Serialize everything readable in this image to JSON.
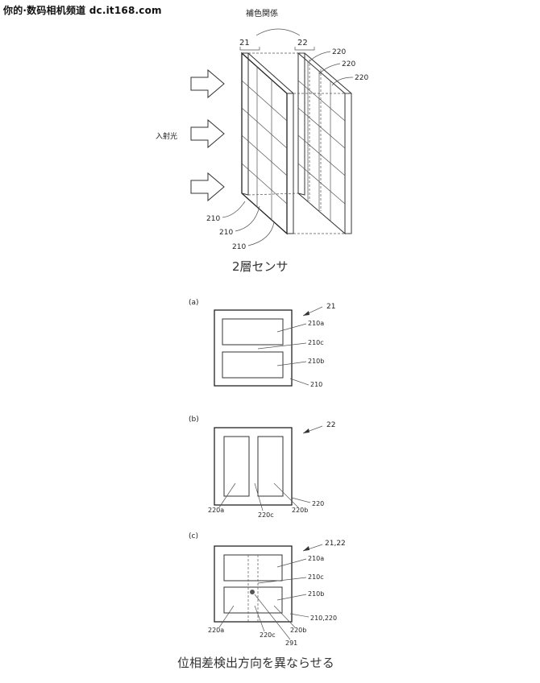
{
  "watermark": "你的·数码相机频道 dc.it168.com",
  "top_figure": {
    "complementary_label": "補色関係",
    "layer_21": "21",
    "layer_22": "22",
    "label_220_a": "220",
    "label_220_b": "220",
    "label_220_c": "220",
    "incident_light": "入射光",
    "label_210_a": "210",
    "label_210_b": "210",
    "label_210_c": "210",
    "caption": "2層センサ"
  },
  "panel_a": {
    "tag": "(a)",
    "ref": "21",
    "label_210a": "210a",
    "label_210c": "210c",
    "label_210b": "210b",
    "label_210": "210"
  },
  "panel_b": {
    "tag": "(b)",
    "ref": "22",
    "label_220a": "220a",
    "label_220c": "220c",
    "label_220b": "220b",
    "label_220": "220"
  },
  "panel_c": {
    "tag": "(c)",
    "ref": "21,22",
    "label_210a": "210a",
    "label_210c": "210c",
    "label_210b": "210b",
    "label_210_220": "210,220",
    "label_220a": "220a",
    "label_220c": "220c",
    "label_220b": "220b",
    "label_291": "291"
  },
  "bottom_caption": "位相差検出方向を異ならせる"
}
